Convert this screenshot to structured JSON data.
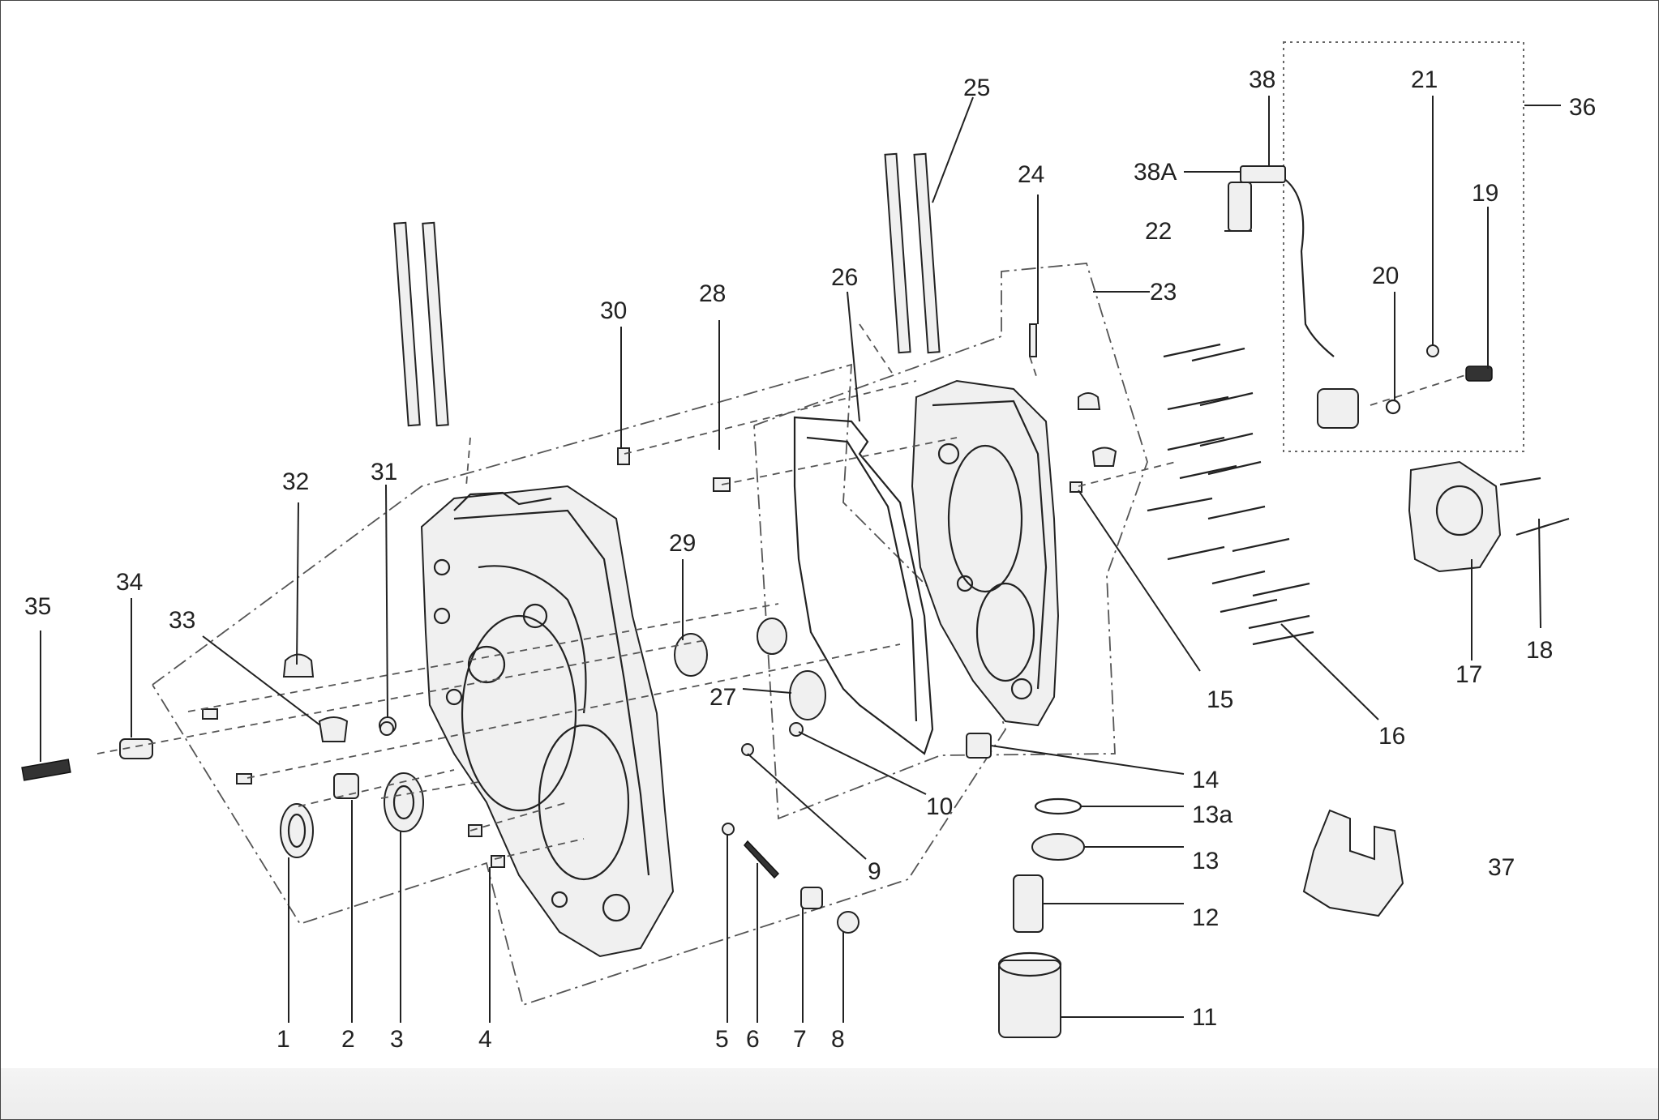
{
  "labels": [
    "1",
    "2",
    "3",
    "4",
    "5",
    "6",
    "7",
    "8",
    "9",
    "10",
    "11",
    "12",
    "13",
    "13a",
    "14",
    "15",
    "16",
    "17",
    "18",
    "19",
    "20",
    "21",
    "22",
    "23",
    "24",
    "25",
    "26",
    "27",
    "28",
    "29",
    "30",
    "31",
    "32",
    "33",
    "34",
    "35",
    "36",
    "37",
    "38",
    "38A"
  ]
}
